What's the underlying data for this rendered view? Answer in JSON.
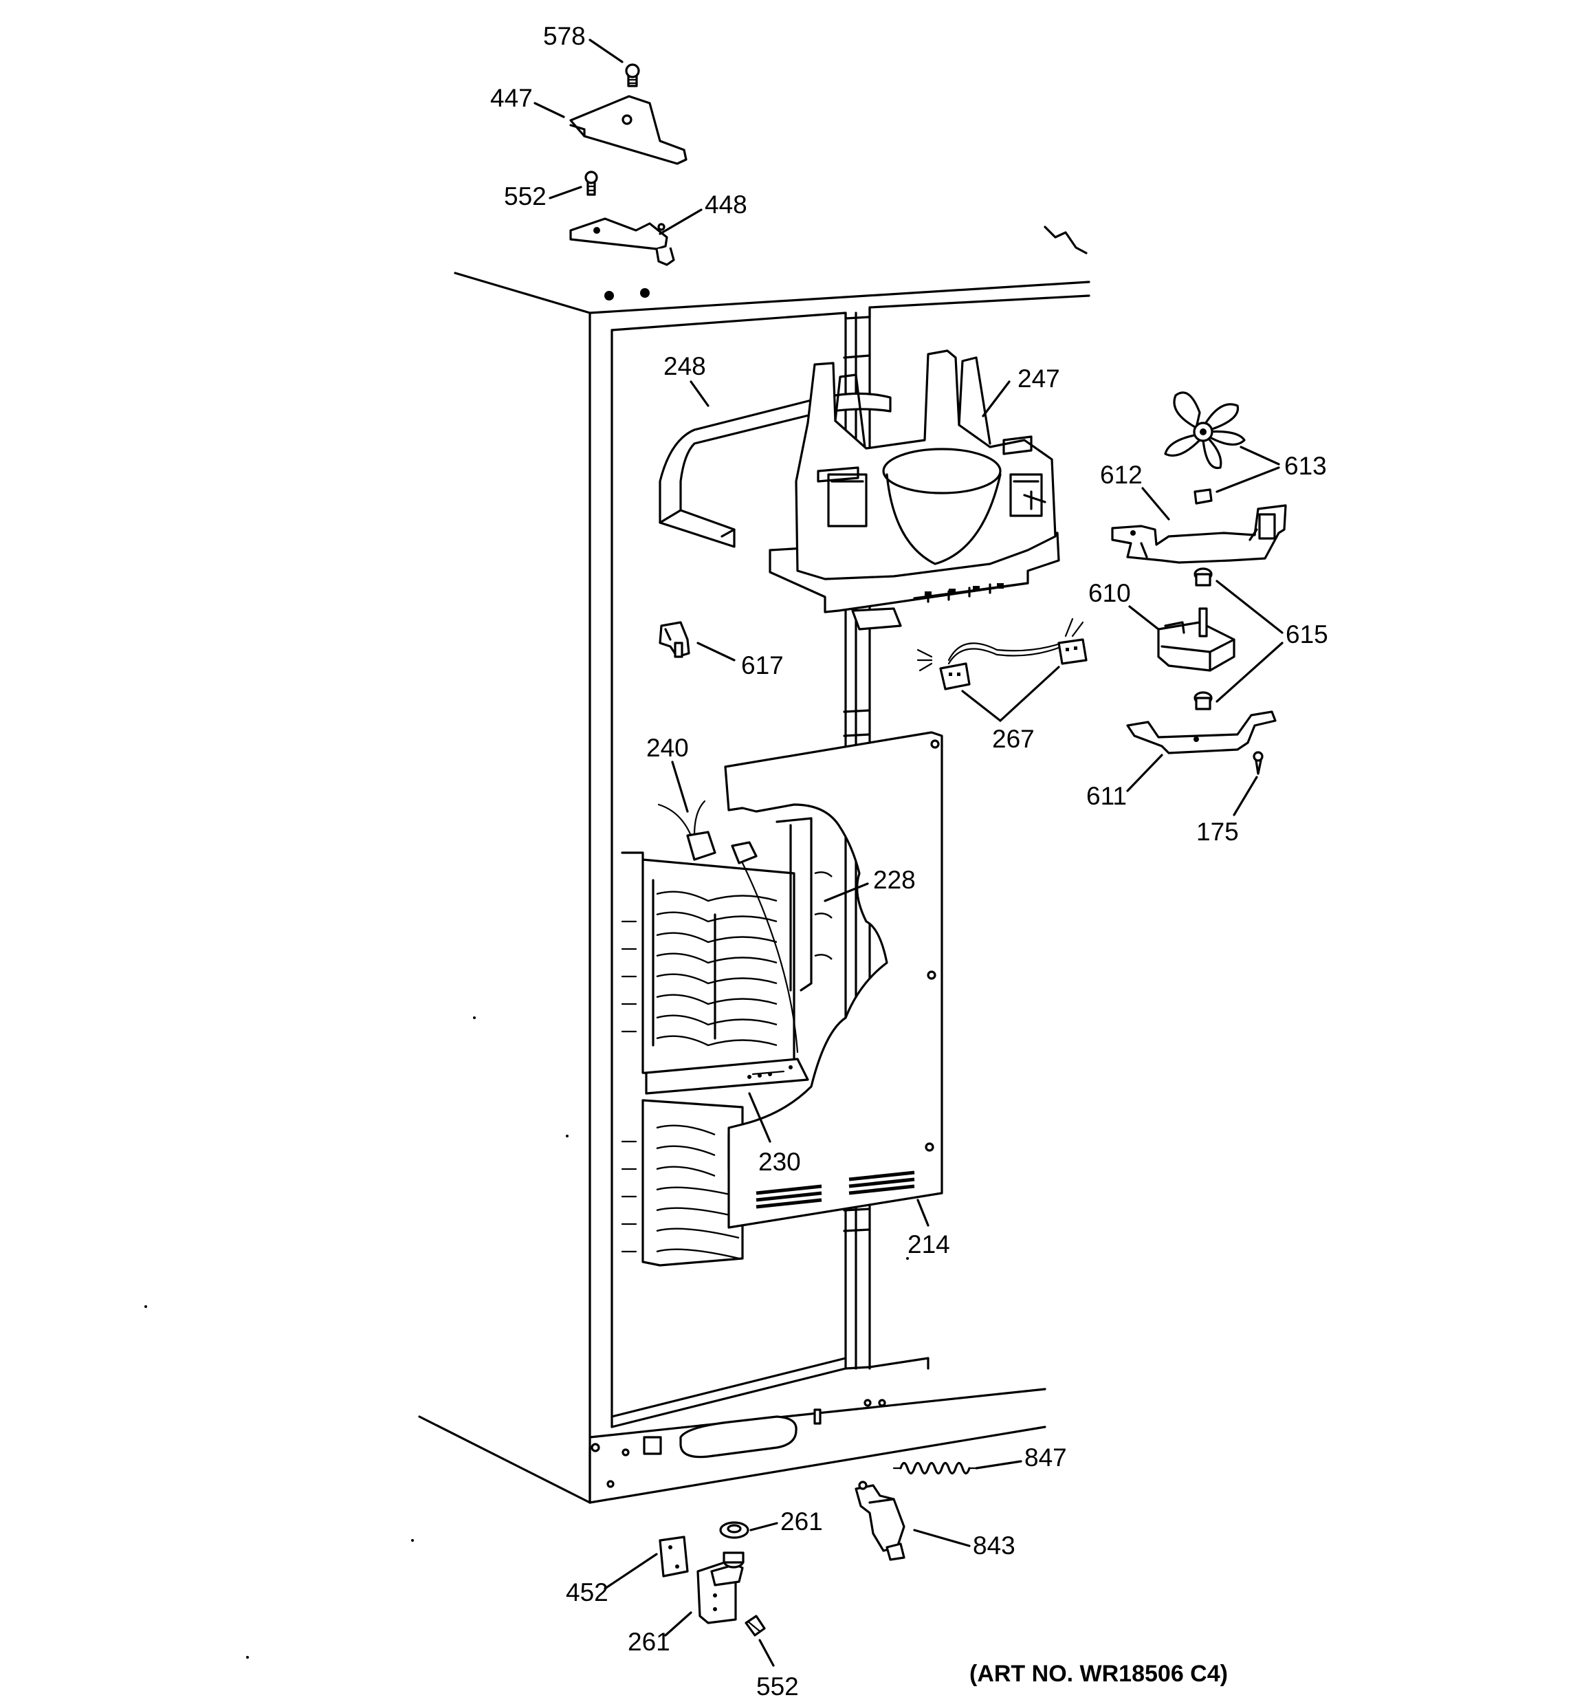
{
  "diagram": {
    "art_number": "(ART NO. WR18506 C4)",
    "callouts": [
      {
        "id": "578",
        "label": "578"
      },
      {
        "id": "447",
        "label": "447"
      },
      {
        "id": "552-top",
        "label": "552"
      },
      {
        "id": "448",
        "label": "448"
      },
      {
        "id": "248",
        "label": "248"
      },
      {
        "id": "247",
        "label": "247"
      },
      {
        "id": "613",
        "label": "613"
      },
      {
        "id": "612",
        "label": "612"
      },
      {
        "id": "610",
        "label": "610"
      },
      {
        "id": "615",
        "label": "615"
      },
      {
        "id": "617",
        "label": "617"
      },
      {
        "id": "267",
        "label": "267"
      },
      {
        "id": "611",
        "label": "611"
      },
      {
        "id": "175",
        "label": "175"
      },
      {
        "id": "240",
        "label": "240"
      },
      {
        "id": "228",
        "label": "228"
      },
      {
        "id": "230",
        "label": "230"
      },
      {
        "id": "214",
        "label": "214"
      },
      {
        "id": "847",
        "label": "847"
      },
      {
        "id": "261-top",
        "label": "261"
      },
      {
        "id": "843",
        "label": "843"
      },
      {
        "id": "452",
        "label": "452"
      },
      {
        "id": "261-bottom",
        "label": "261"
      },
      {
        "id": "552-bottom",
        "label": "552"
      }
    ]
  }
}
